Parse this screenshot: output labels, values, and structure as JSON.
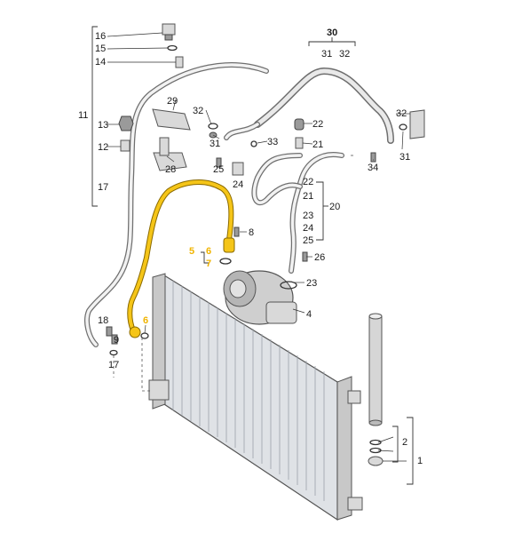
{
  "labels": {
    "l1": "1",
    "l2": "2",
    "l4": "4",
    "l5": "5",
    "l6a": "6",
    "l6b": "6",
    "l7": "7",
    "l8": "8",
    "l9": "9",
    "l11": "11",
    "l12": "12",
    "l13": "13",
    "l14": "14",
    "l15": "15",
    "l16": "16",
    "l17a": "17",
    "l17b": "17",
    "l18": "18",
    "l20": "20",
    "l21a": "21",
    "l21b": "21",
    "l22a": "22",
    "l22b": "22",
    "l23a": "23",
    "l23b": "23",
    "l24a": "24",
    "l24b": "24",
    "l25a": "25",
    "l25b": "25",
    "l26": "26",
    "l28": "28",
    "l29": "29",
    "l30": "30",
    "l31a": "31",
    "l31b": "31",
    "l31c": "31",
    "l32a": "32",
    "l32b": "32",
    "l32c": "32",
    "l33": "33",
    "l34": "34"
  },
  "colors": {
    "highlight": "#f5c518",
    "line": "#333333",
    "part_fill": "#d9d9d9"
  }
}
